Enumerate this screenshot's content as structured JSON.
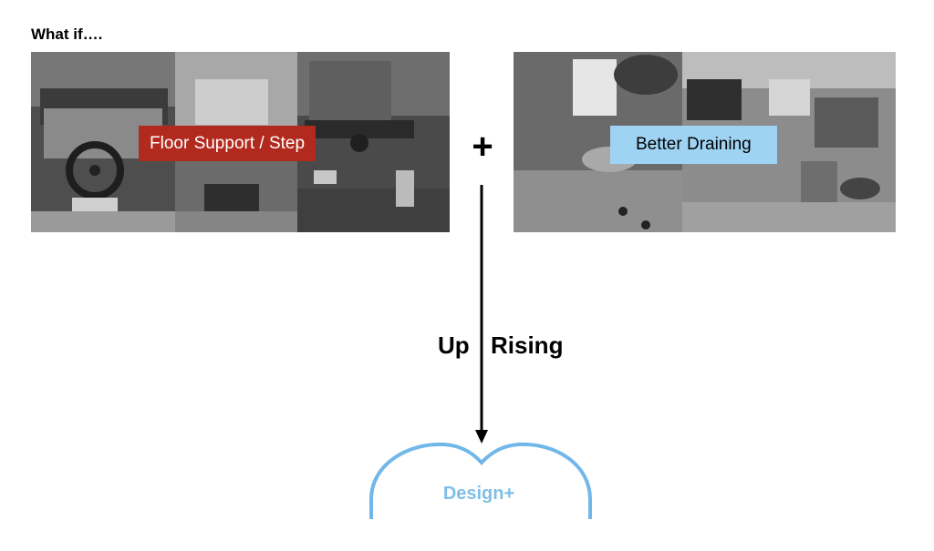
{
  "header": {
    "title": "What if…."
  },
  "left_panel": {
    "label": "Floor Support / Step"
  },
  "right_panel": {
    "label": "Better Draining"
  },
  "connector": {
    "plus": "+",
    "arrow_label_left": "Up",
    "arrow_label_right": "Rising"
  },
  "result": {
    "label": "Design+"
  },
  "colors": {
    "red_label_bg": "#b22a1e",
    "blue_label_bg": "#9fd3f4",
    "cloud_stroke": "#72b7ea",
    "cloud_text": "#7fbfe6"
  }
}
